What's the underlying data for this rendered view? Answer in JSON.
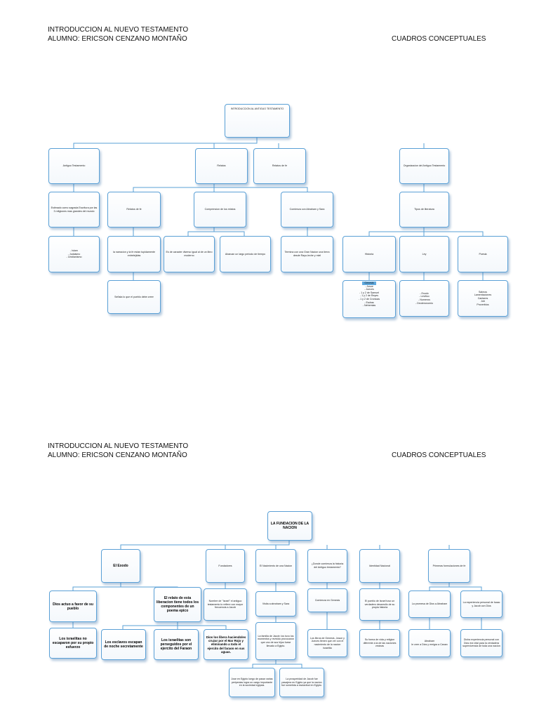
{
  "pages": [
    {
      "header": {
        "line1": "INTRODUCCION AL NUEVO TESTAMENTO",
        "line2": "ALUMNO: ERICSON CENZANO MONTAÑO",
        "right": "CUADROS CONCEPTUALES"
      },
      "nodes": {
        "root": "INTRODUCCION AL ANTIGUO TESTAMENTO",
        "antiguo": "Antiguo Testamento",
        "relatos": "Relatos",
        "relatos_fe": "Relatos de fe",
        "organizacion": "Organizacion del Antiguo Testamento",
        "estimado": "Estimado como sagrada Escritura por las 3 religiones mas grandes del mundo",
        "religiones": "- Islam\n- Judaismo\n- Cristianismo",
        "relatos_fe2": "Relatos de fe",
        "narracion": "la narracion y la fe estan tupidamente entretejidas",
        "senala": "Señala lo que el pueblo debe creer",
        "comprension": "Comprension de los relatos",
        "caracter": "Es de caracter diverso igual al de un libro moderno",
        "abarcan": "Abarcan un largo periodo de tiempo",
        "comienza": "Comienza con Abraham y Sara",
        "termina": "Termina con una Gran Nacion una tierra desde Rayo-leche y miel",
        "tipos": "Tipos de literatura",
        "historia": "Historia",
        "ley": "Ley",
        "poesia": "Poesia",
        "historia_hl": "Genesis",
        "historia_list": "- Josue\n- Jueces\n- 1 y 2 de Samuel\n- 1 y 2 de Reyes\n- 1 y 2 de Cronicas\n- Esdras\n- Nehemias",
        "ley_list": "- Exodo\n- Levitico\n- Numeros\n- Deuteronomio",
        "poesia_list": "Salmos\nLamentaciones\nCantares\nJob\nProverbios"
      }
    },
    {
      "header": {
        "line1": "INTRODUCCION AL NUEVO TESTAMENTO",
        "line2": "ALUMNO: ERICSON CENZANO MONTAÑO",
        "right": "CUADROS CONCEPTUALES"
      },
      "nodes": {
        "root": "LA FUNDACION DE LA NACION",
        "exodo": "El Exodo",
        "fundadores": "Fundadores",
        "nacimiento": "El Nacimiento de una Nacion",
        "donde": "¿Donde comienza la historia del Antiguo testamento?",
        "identidad": "Identidad Nacional",
        "primeras": "Primeras formulaciones de fe",
        "dios_actua": "Dios actuo a favor de su pueblo",
        "israelitas_no": "Los israelitas no escaparon por su propio esfuerzo",
        "relato": "El relato de esta liberacion tiene todos los componentes de un poema epico",
        "esclavos": "Los esclavos escapan de noche secretamente",
        "perseguidos": "Los israelitas son perseguidos por el ejercito del Faraon",
        "dios_libera": "Dios los libera haciendoles cruzar por el Mar Rojo y eliminando a todo el ejercito del faraon en sus aguas.",
        "nombre": "Nombre de \"Israel\" el antiguo testamento lo refiere con mayor frecuencia a Jacob",
        "visita": "Visita a abraham y Sara",
        "familia": "La familia de Jacob: los tuvo los momentos y revivido provocaron que uno de sus hijos fuese llevado a Egipto.",
        "jose": "Jose en Egipto luego de pasar varias peripecias logra un cargo importante en la sociedad egipcia.",
        "prosperidad": "La prosperidad de Jacob fue pasajera en Egipto ya que la nacion fue sometida a esclavitud en Egipto.",
        "genesis": "Comienza en Genesis",
        "libros": "Los libros de Genesis, Josue y Jueces tienen que ver con el nacimiento de la nacion israelita",
        "pueblo": "El pueblo de Israel tuvo un verdadero desarrollo de su propia historia",
        "forma": "Su forma de vida y religion diferente a la de las naciones vecinas",
        "promesa": "La promesa de Dios a Abraham",
        "abraham": "Abraham\nle cree a Dios y emigra a Canan",
        "experiencia": "La experiencia personal de Isaac y Jacob con Dios",
        "dicha": "Dicha experiencia personal con Dios era vital para la verdadera supervivencia de toda una nacion"
      }
    }
  ]
}
